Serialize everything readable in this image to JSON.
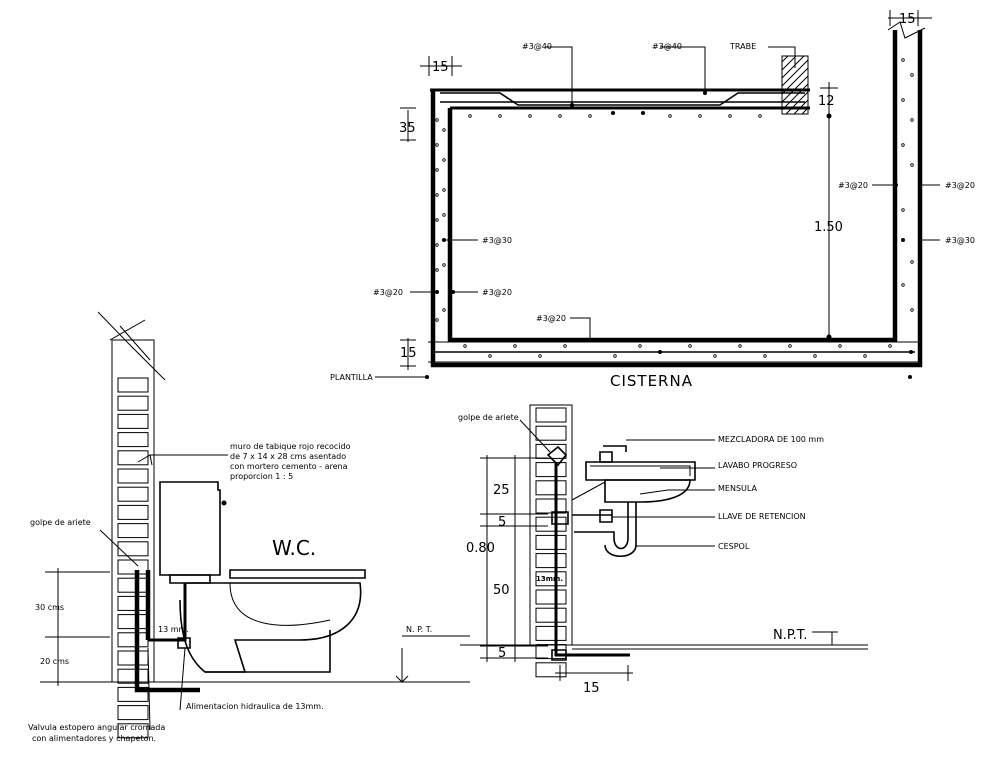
{
  "cisterna": {
    "title": "CISTERNA",
    "rebar_top_left": "#3@40",
    "rebar_top_right": "#3@40",
    "trabe": "TRABE",
    "rebar_wall_inner": "#3@20",
    "rebar_wall_outer": "#3@20",
    "rebar_wall_outer_2": "#3@30",
    "rebar_left_30": "#3@30",
    "rebar_left_out_20": "#3@20",
    "rebar_left_in_20": "#3@20",
    "rebar_bottom_20": "#3@20",
    "plantilla": "PLANTILLA",
    "dim_15_top": "15",
    "dim_15_right": "15",
    "dim_35": "35",
    "dim_12": "12",
    "dim_150": "1.50",
    "dim_15_bottom": "15"
  },
  "wc": {
    "title": "W.C.",
    "golpe": "golpe de ariete",
    "muro_1": "muro de tabique rojo recocido",
    "muro_2": "de 7 x 14 x 28 cms asentado",
    "muro_3": "con mortero cemento - arena",
    "muro_4": "proporcion 1 : 5",
    "dim_30": "30 cms",
    "dim_20": "20 cms",
    "dim_13": "13 mm.",
    "npt": "N. P. T.",
    "alimentacion": "Alimentacion hidraulica de 13mm.",
    "valvula_1": "Valvula estopero angular cromada",
    "valvula_2": "con alimentadores y chapeton."
  },
  "lavabo": {
    "golpe": "golpe de ariete",
    "mezcladora": "MEZCLADORA DE 100 mm",
    "lavabo": "LAVABO PROGRESO",
    "mensula": "MENSULA",
    "llave": "LLAVE DE RETENCION",
    "cespol": "CESPOL",
    "npt": "N.P.T.",
    "pipe_label": "13mm.",
    "dim_25": "25",
    "dim_5a": "5",
    "dim_080": "0.80",
    "dim_50": "50",
    "dim_5b": "5",
    "dim_15": "15"
  },
  "colors": {
    "line": "#000000",
    "pipe_accent": "#1a3bd6",
    "hatch": "#000000"
  }
}
